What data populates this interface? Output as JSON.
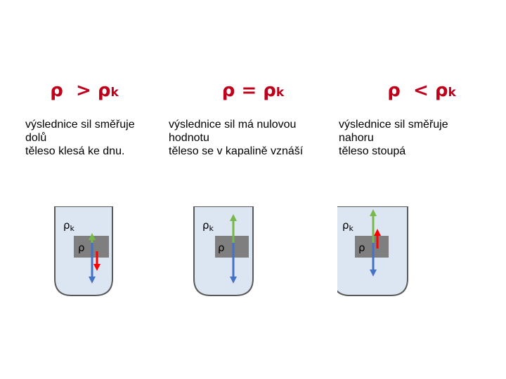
{
  "panels": [
    {
      "heading": {
        "left": "ρ",
        "op": ">",
        "right": "ρ",
        "sub": "k"
      },
      "lines": [
        "výslednice sil  směřuje",
        "dolů",
        "těleso klesá ke dnu."
      ],
      "liquid_label": "ρk",
      "body_label": "ρ",
      "state": "sinks"
    },
    {
      "heading": {
        "left": "ρ",
        "op": "=",
        "right": "ρ",
        "sub": "k"
      },
      "lines": [
        "výslednice sil má nulovou",
        "hodnotu",
        "těleso se v kapalině vznáší"
      ],
      "liquid_label": "ρk",
      "body_label": "ρ",
      "state": "floats-in-liquid"
    },
    {
      "heading": {
        "left": "ρ",
        "op": "<",
        "right": "ρ",
        "sub": "k"
      },
      "lines": [
        "výslednice sil směřuje",
        "nahoru",
        "těleso stoupá"
      ],
      "liquid_label": "ρk",
      "body_label": "ρ",
      "state": "rises"
    }
  ],
  "colors": {
    "heading": "#c0001a",
    "liquid": "#dce6f2",
    "vessel_outline": "#595959",
    "body": "#7f7f7f",
    "buoyancy_arrow": "#77b84a",
    "gravity_arrow": "#4472c4",
    "resultant_arrow": "#ff0000"
  }
}
